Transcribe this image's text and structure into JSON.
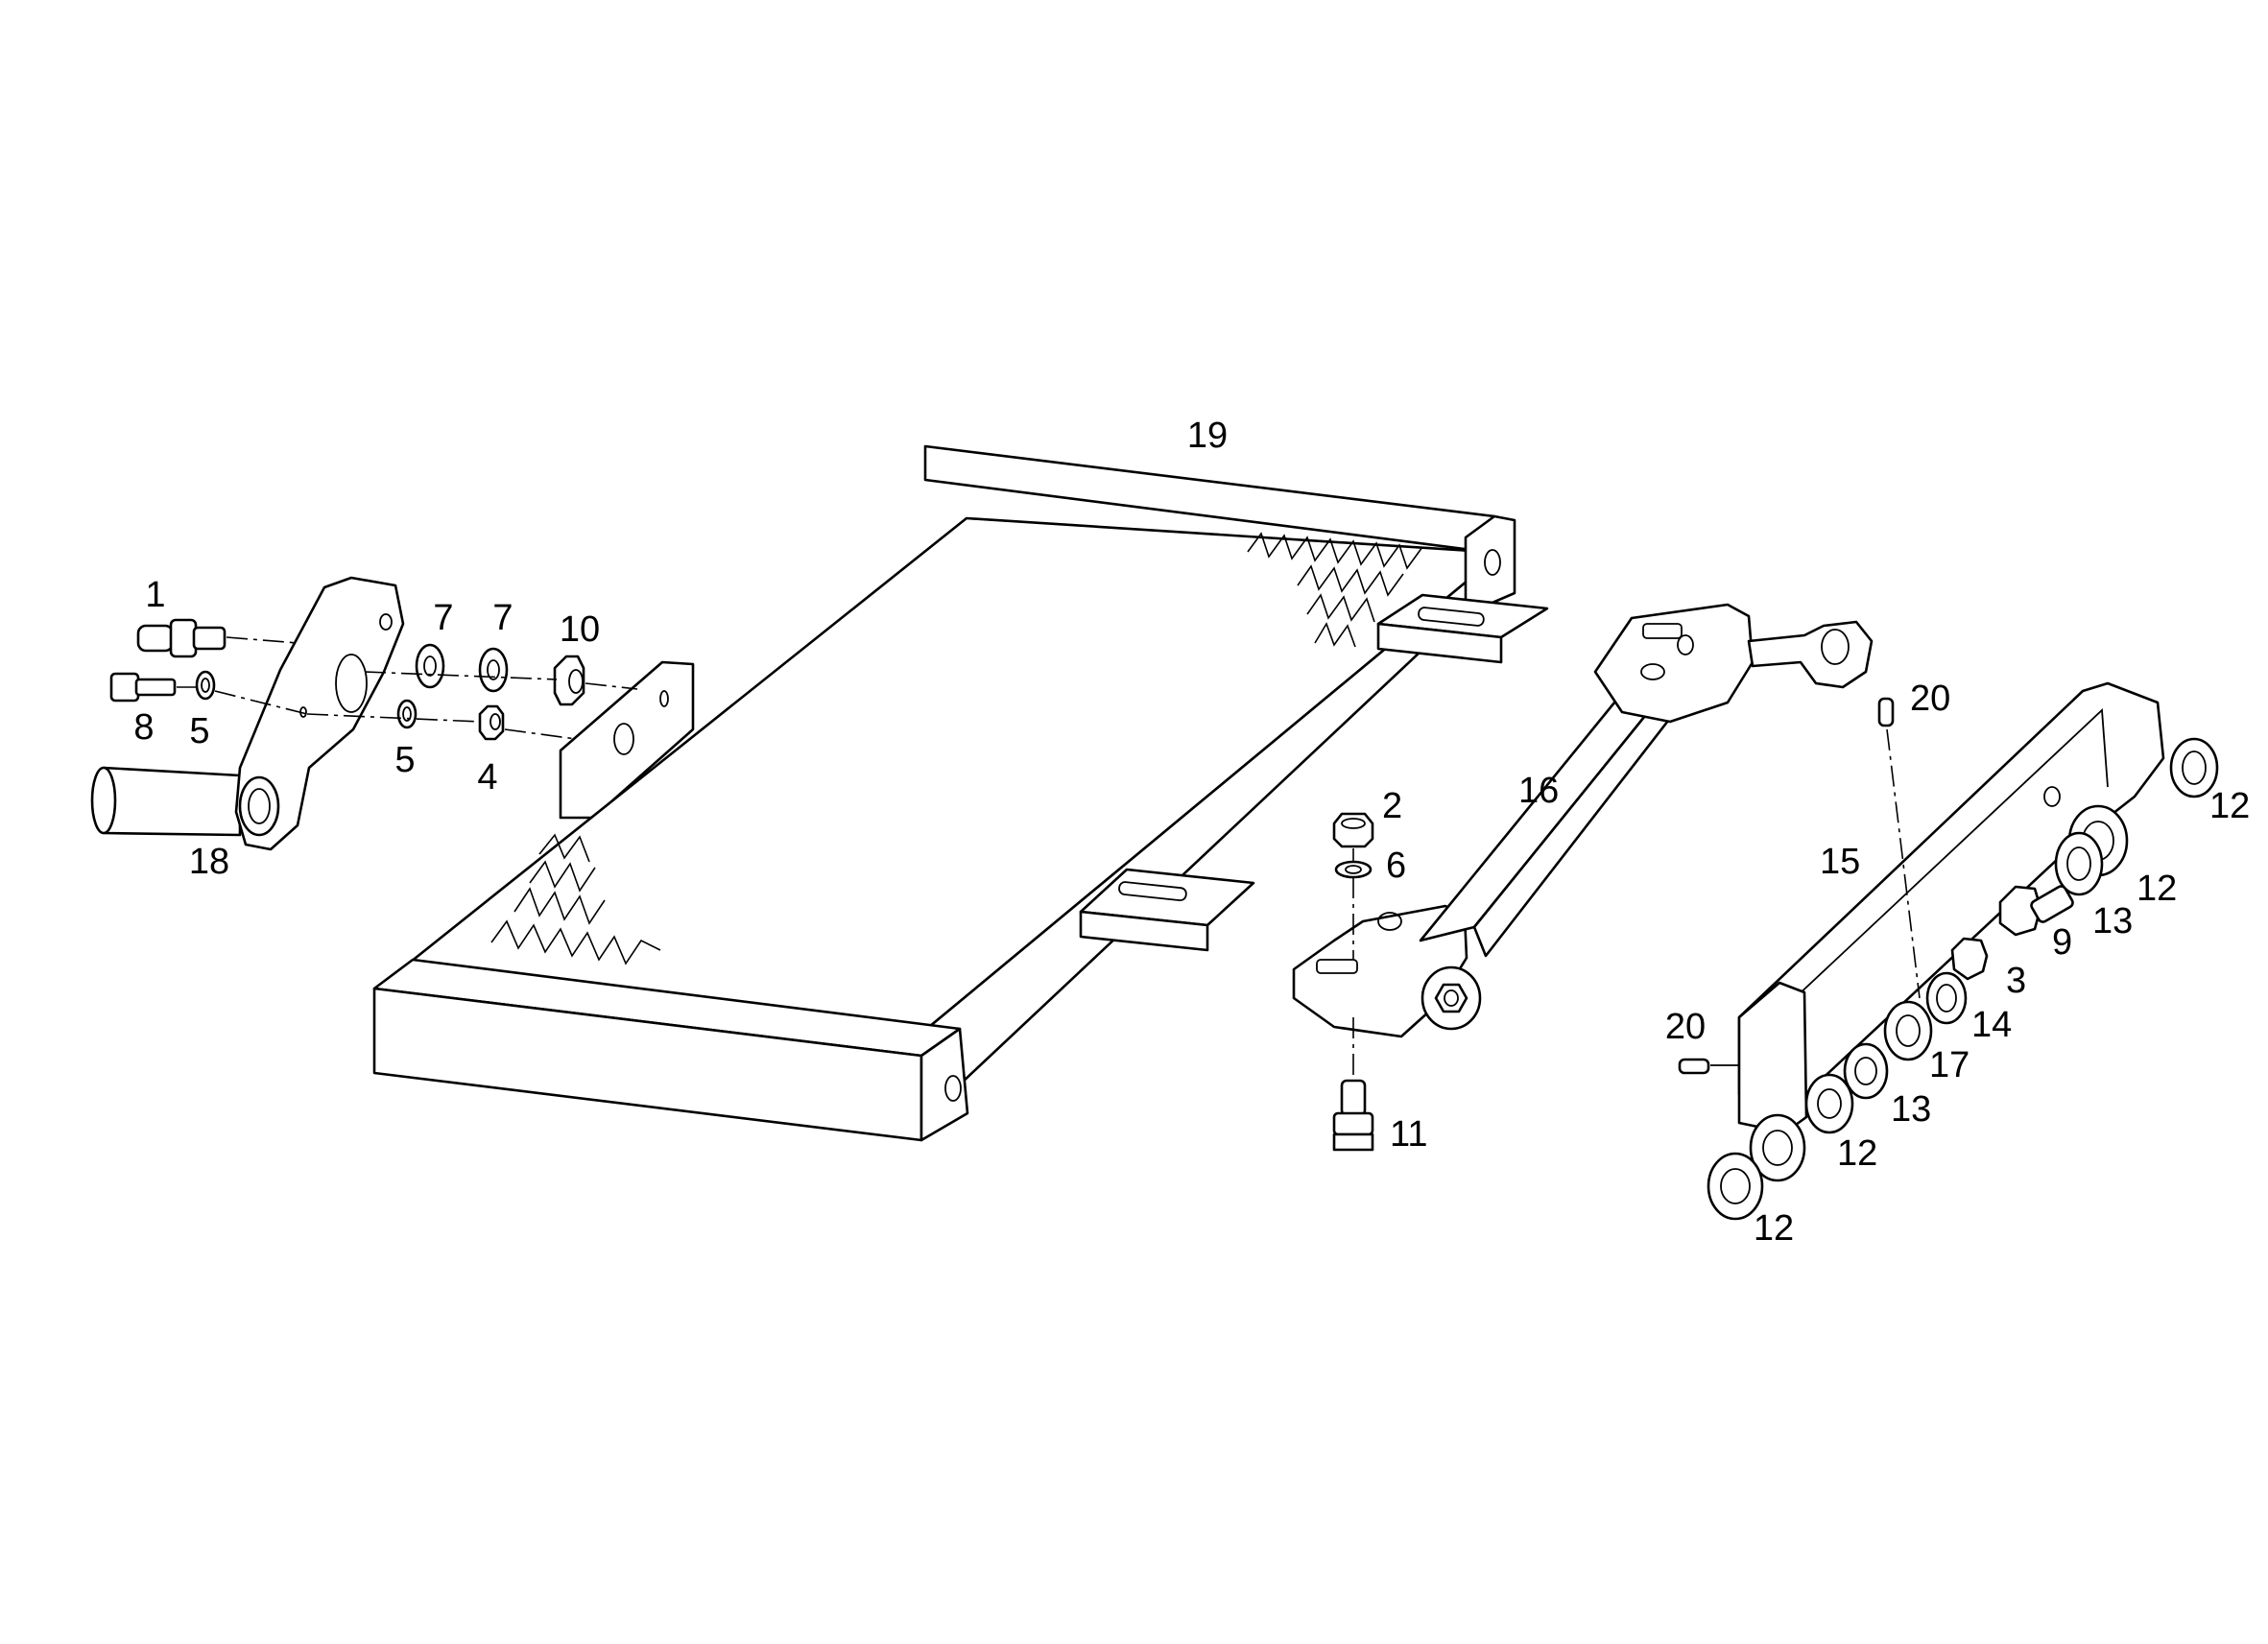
{
  "diagram": {
    "callouts": [
      "1",
      "2",
      "3",
      "4",
      "5",
      "5",
      "6",
      "7",
      "7",
      "8",
      "9",
      "10",
      "11",
      "12",
      "12",
      "12",
      "12",
      "13",
      "13",
      "14",
      "15",
      "16",
      "17",
      "18",
      "19",
      "20",
      "20"
    ],
    "colors": {
      "line": "#000000",
      "background": "#ffffff"
    }
  }
}
